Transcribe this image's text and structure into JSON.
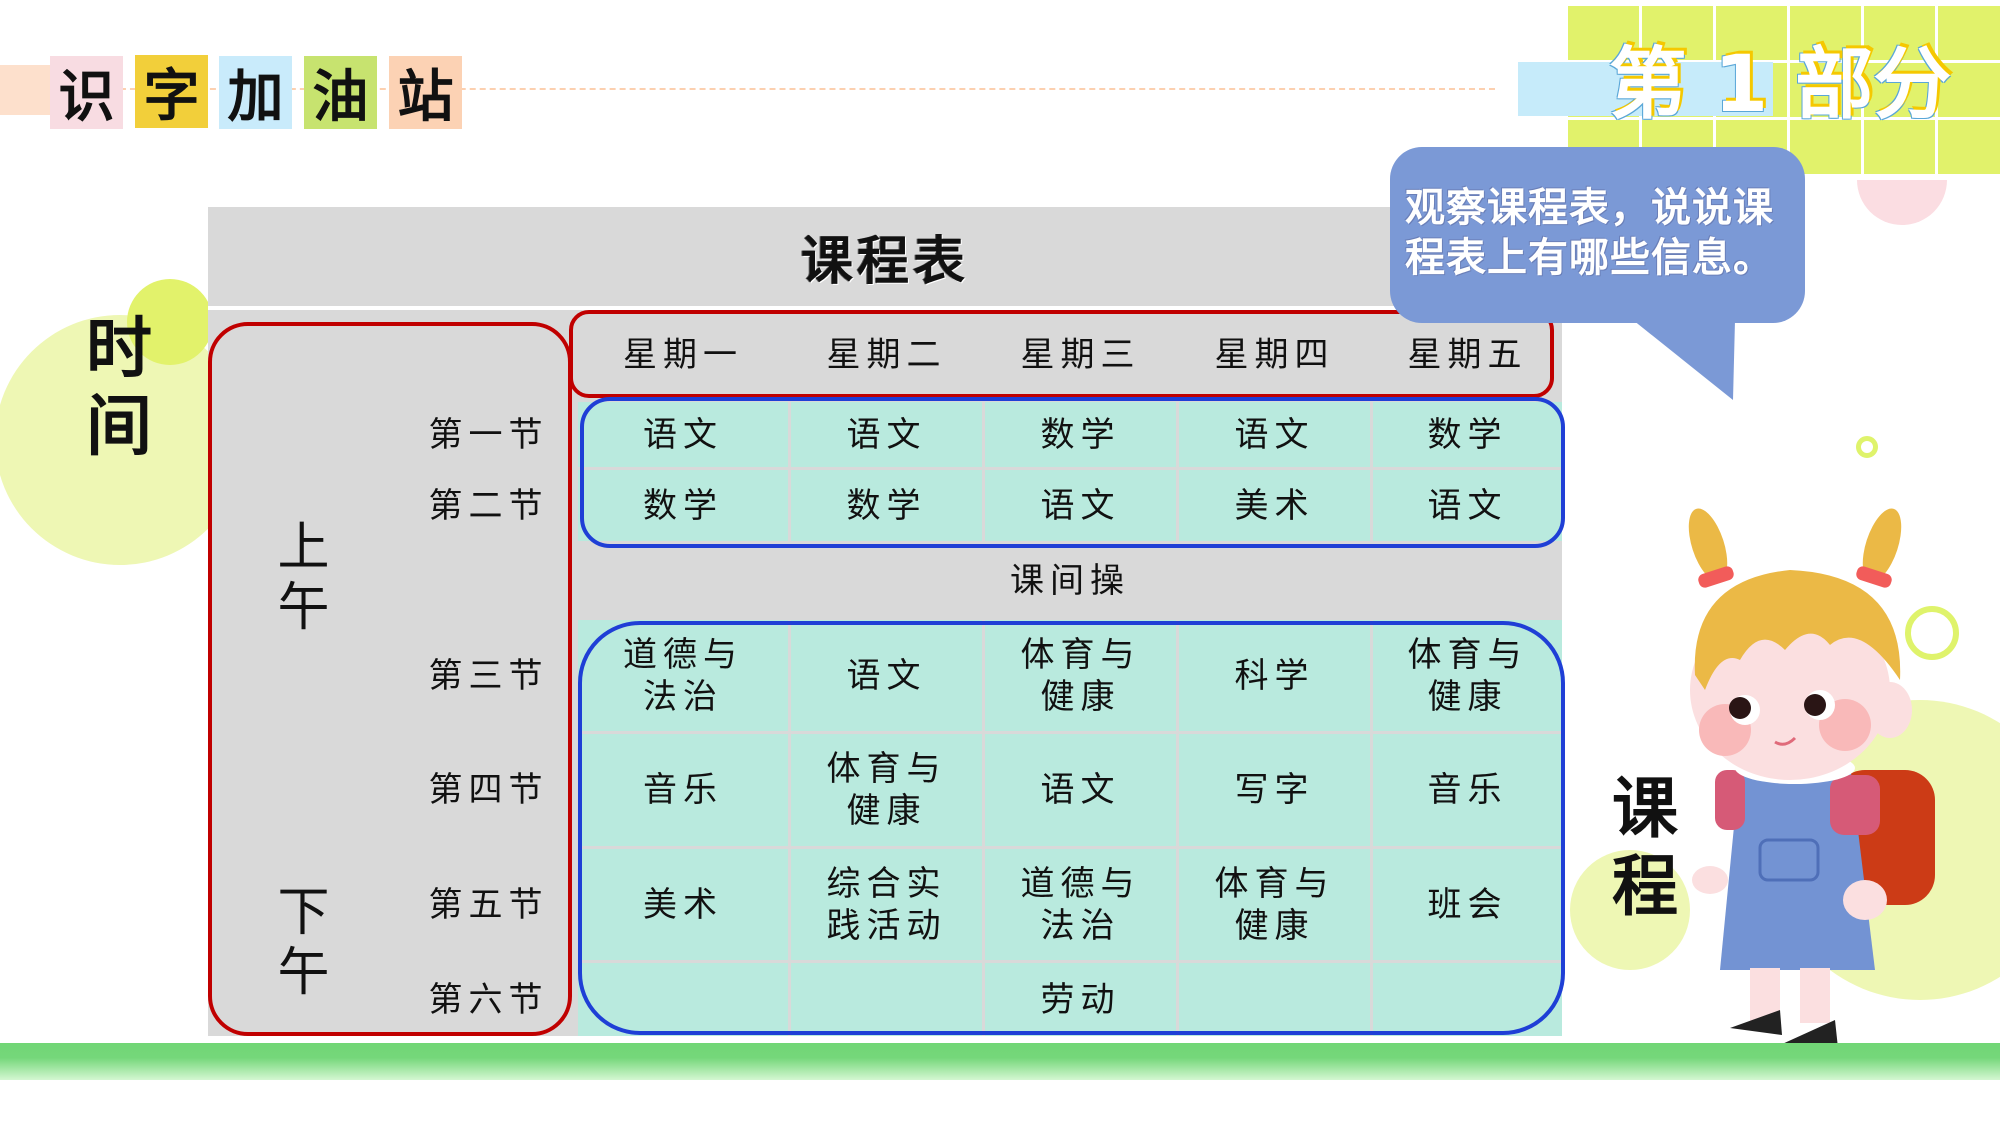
{
  "header": {
    "section_title_chars": [
      "识",
      "字",
      "加",
      "油",
      "站"
    ],
    "section_title_colors": [
      "#f8dce2",
      "#f2cf3a",
      "#c9ebfb",
      "#c7e36f",
      "#fcd2b4"
    ],
    "part_label": "第 1 部分"
  },
  "bubble": {
    "line1": "观察课程表，说说课",
    "line2": "程表上有哪些信息。",
    "color": "#7b99d6"
  },
  "side_labels": {
    "time": [
      "时",
      "间"
    ],
    "course": [
      "课",
      "程"
    ]
  },
  "timetable": {
    "title": "课程表",
    "weekdays": [
      "星期一",
      "星期二",
      "星期三",
      "星期四",
      "星期五"
    ],
    "session_morning": [
      "上",
      "午"
    ],
    "session_afternoon": [
      "下",
      "午"
    ],
    "break_label": "课间操",
    "periods": [
      {
        "label": "第一节",
        "session": "上午",
        "subjects": [
          "语文",
          "语文",
          "数学",
          "语文",
          "数学"
        ]
      },
      {
        "label": "第二节",
        "session": "上午",
        "subjects": [
          "数学",
          "数学",
          "语文",
          "美术",
          "语文"
        ]
      },
      {
        "label": "第三节",
        "session": "上午",
        "subjects": [
          [
            "道德与",
            "法治"
          ],
          [
            "语文"
          ],
          [
            "体育与",
            "健康"
          ],
          [
            "科学"
          ],
          [
            "体育与",
            "健康"
          ]
        ]
      },
      {
        "label": "第四节",
        "session": "上午",
        "subjects": [
          [
            "音乐"
          ],
          [
            "体育与",
            "健康"
          ],
          [
            "语文"
          ],
          [
            "写字"
          ],
          [
            "音乐"
          ]
        ]
      },
      {
        "label": "第五节",
        "session": "下午",
        "subjects": [
          [
            "美术"
          ],
          [
            "综合实",
            "践活动"
          ],
          [
            "道德与",
            "法治"
          ],
          [
            "体育与",
            "健康"
          ],
          [
            "班会"
          ]
        ]
      },
      {
        "label": "第六节",
        "session": "下午",
        "subjects": [
          "",
          "",
          "劳动",
          "",
          ""
        ]
      }
    ]
  },
  "colors": {
    "table_grey": "#d9d9d9",
    "table_teal": "#b9eade",
    "highlight_red": "#c00000",
    "highlight_blue": "#1f3fd6",
    "ground_green": "#71d676",
    "accent_lime": "#e1f26b"
  }
}
